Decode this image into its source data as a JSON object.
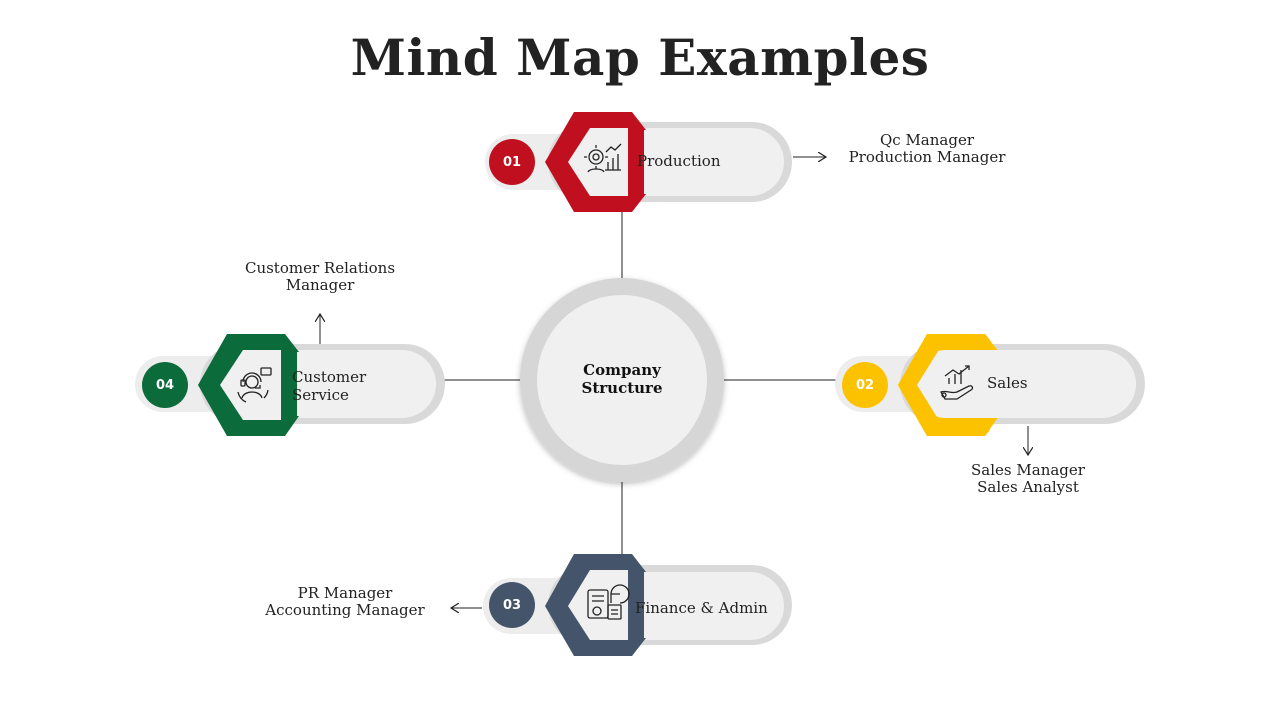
{
  "title": "Mind Map Examples",
  "center": {
    "line1": "Company",
    "line2": "Structure"
  },
  "colors": {
    "red": "#c0101f",
    "yellow": "#fcc200",
    "navy": "#44546a",
    "green": "#0b6b3a",
    "pill": "#f0f0f0",
    "pill_border": "#d9d9d9"
  },
  "nodes": [
    {
      "number": "01",
      "label": "Production",
      "label2": "",
      "icon": "production-gear-chart-icon",
      "notes": [
        "Qc Manager",
        "Production Manager"
      ]
    },
    {
      "number": "02",
      "label": "Sales",
      "label2": "",
      "icon": "sales-hand-chart-icon",
      "notes": [
        "Sales Manager",
        "Sales Analyst"
      ]
    },
    {
      "number": "03",
      "label": "Finance & Admin",
      "label2": "",
      "icon": "finance-document-calculator-icon",
      "notes": [
        "PR Manager",
        "Accounting Manager"
      ]
    },
    {
      "number": "04",
      "label": "Customer",
      "label2": "Service",
      "icon": "customer-service-headset-icon",
      "notes": [
        "Customer Relations",
        "Manager"
      ]
    }
  ]
}
